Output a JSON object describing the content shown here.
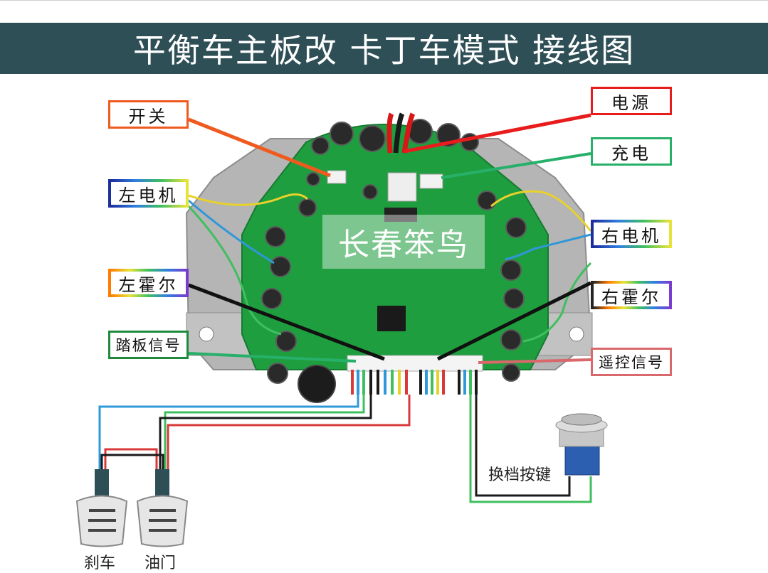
{
  "title": "平衡车主板改 卡丁车模式 接线图",
  "labels": {
    "switch": "开关",
    "power": "电源",
    "charge": "充电",
    "left_motor": "左电机",
    "right_motor": "右电机",
    "left_hall": "左霍尔",
    "right_hall": "右霍尔",
    "pedal_signal": "踏板信号",
    "remote_signal": "遥控信号"
  },
  "watermark": "长春笨鸟",
  "captions": {
    "gear_button": "换档按键",
    "brake": "刹车",
    "throttle": "油门"
  },
  "colors": {
    "title_bg": "#2f4f57",
    "board_green": "#1f9e3f",
    "heatsink": "#b9b9b9"
  }
}
